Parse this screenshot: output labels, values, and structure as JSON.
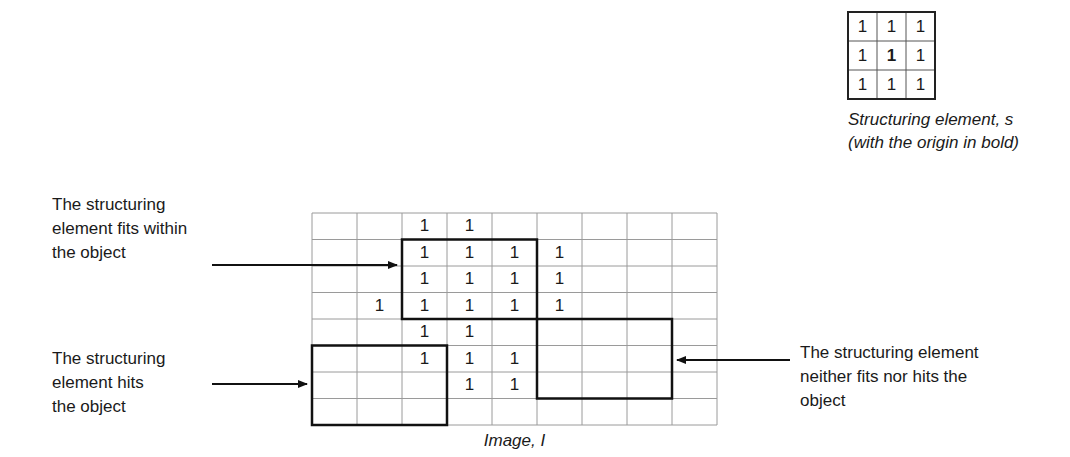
{
  "diagram": {
    "caption": "Image, I",
    "labels": [
      "The structuring element fits within the object",
      "The structuring element hits the object",
      "The structuring element neither fits nor hits the object",
      "Structuring element, s",
      "(with the origin in bold)",
      "1",
      "1",
      "1",
      "1",
      "1",
      "1",
      "1",
      "1",
      "1",
      "1",
      "1",
      "1",
      "1",
      "1",
      "1",
      "1",
      "1",
      "1",
      "1",
      "1",
      "1",
      "1",
      "1",
      "1",
      "1",
      "1",
      "1",
      "1",
      "1",
      "1",
      "1"
    ]
  }
}
